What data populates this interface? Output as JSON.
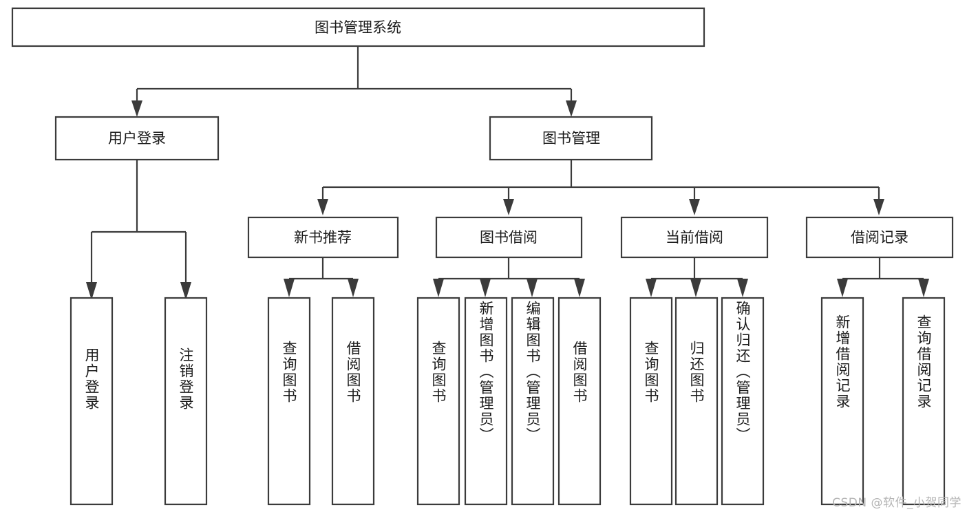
{
  "diagram": {
    "title": "图书管理系统",
    "type": "tree-hierarchy-diagram",
    "colors": {
      "stroke": "#3b3b3b",
      "fill": "#ffffff",
      "text": "#1b1b1b",
      "background": "#ffffff",
      "watermark": "#b4b4b4"
    },
    "root": {
      "label": "图书管理系统"
    },
    "level2": [
      {
        "label": "用户登录"
      },
      {
        "label": "图书管理"
      }
    ],
    "level3": [
      {
        "label": "新书推荐"
      },
      {
        "label": "图书借阅"
      },
      {
        "label": "当前借阅"
      },
      {
        "label": "借阅记录"
      }
    ],
    "leaves": {
      "user_login": [
        {
          "label": "用户登录"
        },
        {
          "label": "注销登录"
        }
      ],
      "new_book_recommend": [
        {
          "label": "查询图书"
        },
        {
          "label": "借阅图书"
        }
      ],
      "book_borrow": [
        {
          "label": "查询图书"
        },
        {
          "label": "新增图书（管理员）"
        },
        {
          "label": "编辑图书（管理员）"
        },
        {
          "label": "借阅图书"
        }
      ],
      "current_borrow": [
        {
          "label": "查询图书"
        },
        {
          "label": "归还图书"
        },
        {
          "label": "确认归还（管理员）"
        }
      ],
      "borrow_record": [
        {
          "label": "新增借阅记录"
        },
        {
          "label": "查询借阅记录"
        }
      ]
    }
  },
  "watermark": {
    "text": "CSDN @软件_小贺同学"
  }
}
